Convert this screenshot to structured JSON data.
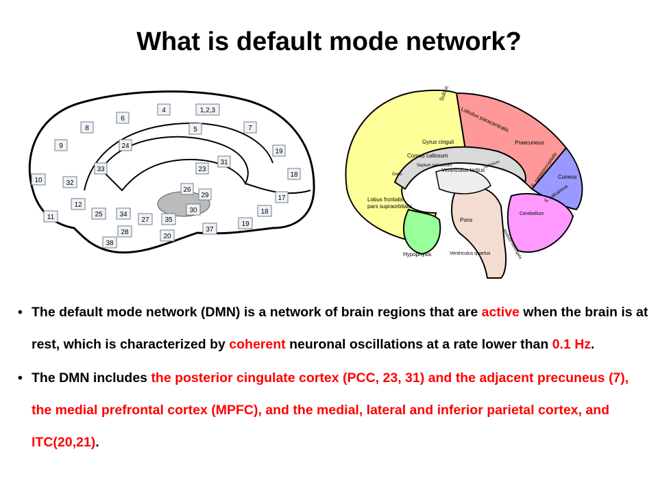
{
  "slide": {
    "title": "What is default mode network?"
  },
  "left_figure": {
    "area_numbers": [
      "4",
      "1,2,3",
      "6",
      "8",
      "5",
      "7",
      "9",
      "24",
      "19",
      "33",
      "23",
      "31",
      "18",
      "10",
      "32",
      "26",
      "29",
      "17",
      "12",
      "25",
      "34",
      "27",
      "35",
      "30",
      "18",
      "11",
      "28",
      "37",
      "19",
      "20",
      "38"
    ]
  },
  "right_figure": {
    "labels": {
      "sulcus_centralis": "Sulcus centralis",
      "lobulus_paracentralis": "Lobulus paracentralis",
      "gyrus_cinguli": "Gyrus cinguli",
      "corpus_callosum": "Corpus callosum",
      "septum_pellucidum": "Septum pellucidum",
      "genu": "Genu",
      "ventriculus_tertius": "Ventriculus tertius",
      "splenium": "Splenium",
      "praecuneus": "Praecuneus",
      "s_parietooccipitalis": "S. parietooccipitalis",
      "cuneus": "Cuneus",
      "s_calcarinus": "S. calcarinus",
      "lobus_frontalis": "Lobus frontalis",
      "pars_supraorbitalis": "pars supraorbitalis",
      "cerebellum": "Cerebellum",
      "pons": "Pons",
      "medulla_oblongata": "Medulla oblongata",
      "hypophysis": "Hypophysis",
      "ventriculus_quartus": "Ventriculus quartus"
    }
  },
  "bullets": [
    {
      "parts": [
        {
          "text": "The default mode network (DMN) is a network of brain regions that are ",
          "red": false
        },
        {
          "text": "active",
          "red": true
        },
        {
          "text": " when the brain is at rest, which is characterized by ",
          "red": false
        },
        {
          "text": "coherent",
          "red": true
        },
        {
          "text": " neuronal oscillations at a rate lower than ",
          "red": false
        },
        {
          "text": "0.1 Hz",
          "red": true
        },
        {
          "text": ".",
          "red": false
        }
      ]
    },
    {
      "parts": [
        {
          "text": "The DMN includes ",
          "red": false
        },
        {
          "text": "the posterior cingulate cortex (PCC, 23, 31) and the adjacent precuneus (7), the medial prefrontal cortex (MPFC), and the medial, lateral and inferior parietal cortex, and ITC(20,21)",
          "red": true
        },
        {
          "text": ".",
          "red": false
        }
      ]
    }
  ],
  "colors": {
    "highlight": "#ff0000",
    "frontal": "#ffff99",
    "parietal": "#ff9999",
    "occipital": "#9999ff",
    "hypophysis_region": "#99ff99",
    "cerebellum": "#ff66ff"
  }
}
